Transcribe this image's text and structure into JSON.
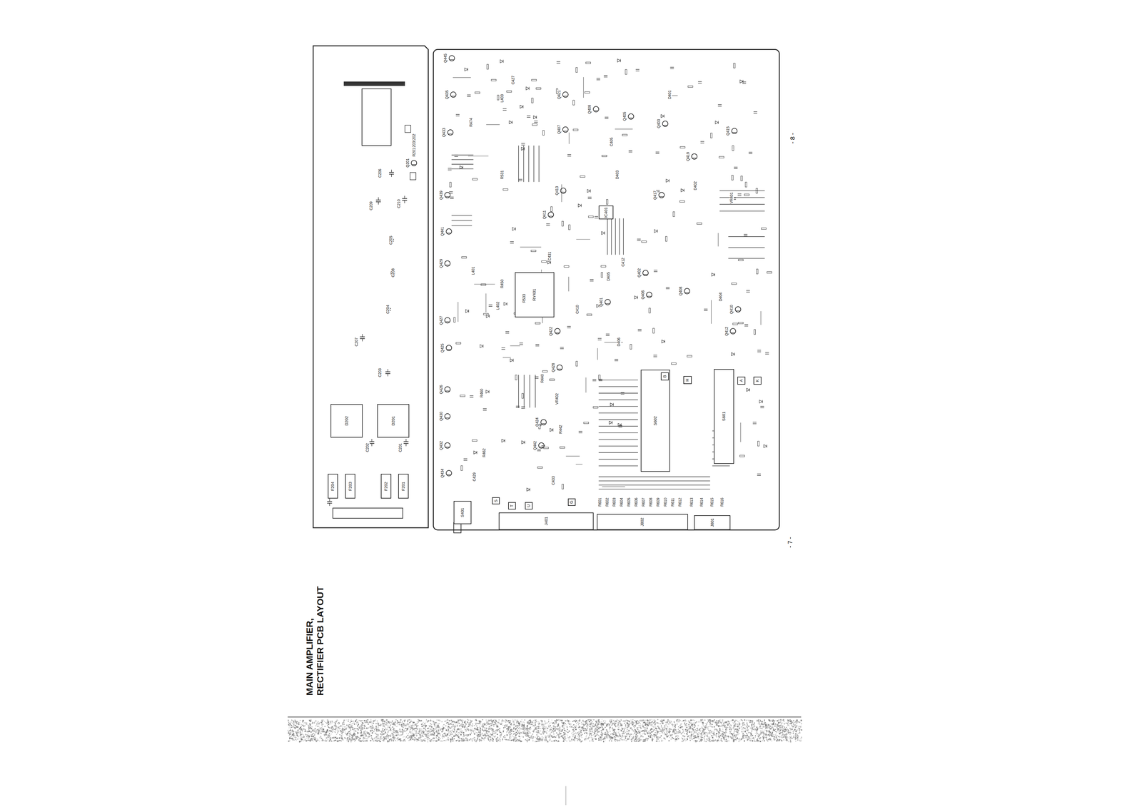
{
  "diagram": {
    "title": "MAIN AMPLIFIER, RECTIFIER PCB LAYOUT",
    "nodes": [
      {
        "text": [
          "S401"
        ]
      },
      {
        "text": [
          "J401"
        ]
      },
      {
        "text": [
          "J802"
        ]
      },
      {
        "text": [
          "J801"
        ]
      },
      {
        "text": [
          "S602"
        ]
      },
      {
        "text": [
          "S601"
        ]
      },
      {
        "text": [
          "RY401"
        ]
      },
      {
        "text": [
          "IC401"
        ]
      },
      {
        "text": [
          "D202"
        ]
      },
      {
        "text": [
          "D201"
        ]
      },
      {
        "text": [
          "F204"
        ]
      },
      {
        "text": [
          "F203"
        ]
      },
      {
        "text": [
          "F202"
        ]
      },
      {
        "text": [
          "F201"
        ]
      },
      {
        "text": [
          "B"
        ]
      },
      {
        "text": [
          "H"
        ]
      },
      {
        "text": [
          "A"
        ]
      },
      {
        "text": [
          "K"
        ]
      },
      {
        "text": [
          "S"
        ]
      },
      {
        "text": [
          "T"
        ]
      },
      {
        "text": [
          "U"
        ]
      },
      {
        "text": [
          "G"
        ]
      }
    ],
    "labels": [
      "- 7 -",
      "- 8 -",
      "R202",
      "D203",
      "R201",
      "Q201",
      "C206",
      "C209",
      "C210",
      "C205",
      "C208",
      "C204",
      "C207",
      "C203",
      "C202",
      "C201",
      "Q445",
      "Q435",
      "Q433",
      "Q439",
      "Q441",
      "Q429",
      "Q427",
      "Q425",
      "Q426",
      "Q430",
      "Q432",
      "Q434",
      "Q421",
      "Q407",
      "Q409",
      "Q405",
      "Q413",
      "Q411",
      "Q403",
      "Q417",
      "Q419",
      "Q415",
      "Q401",
      "Q402",
      "Q406",
      "Q408",
      "Q410",
      "Q412",
      "Q422",
      "Q428",
      "Q424",
      "Q442",
      "VR401",
      "VR402",
      "L401",
      "L402",
      "L403",
      "C412",
      "C410",
      "C431",
      "C433",
      "C427",
      "C405",
      "C429",
      "D401",
      "D402",
      "D403",
      "D404",
      "D405",
      "D406",
      "R531",
      "R533",
      "R474",
      "R462",
      "R460",
      "R450",
      "R440",
      "R442",
      "R601",
      "R602",
      "R603",
      "R604",
      "R605",
      "R606",
      "R607",
      "R608",
      "R609",
      "R610",
      "R611",
      "R612",
      "R613",
      "R614",
      "R615",
      "R616"
    ]
  }
}
